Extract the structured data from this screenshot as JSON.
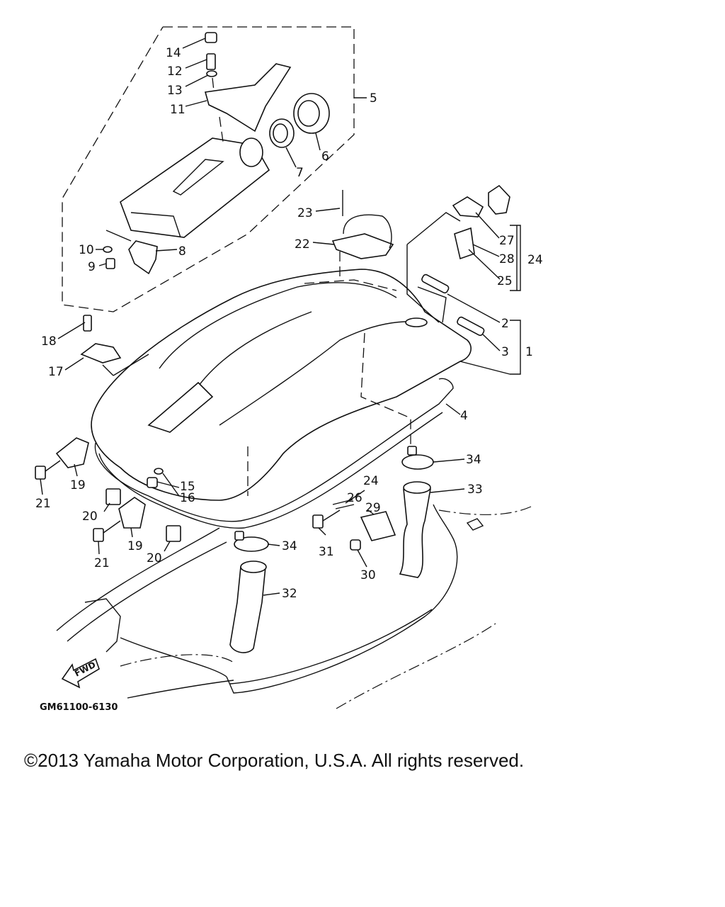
{
  "diagram": {
    "code": "GM61100-6130",
    "fwd_label": "FWD",
    "callouts": [
      "1",
      "2",
      "3",
      "4",
      "5",
      "6",
      "7",
      "8",
      "9",
      "10",
      "11",
      "12",
      "13",
      "14",
      "15",
      "16",
      "17",
      "18",
      "19",
      "20",
      "21",
      "22",
      "23",
      "24",
      "25",
      "26",
      "27",
      "28",
      "29",
      "30",
      "31",
      "32",
      "33",
      "34"
    ]
  },
  "copyright": "©2013 Yamaha Motor Corporation, U.S.A. All rights reserved."
}
